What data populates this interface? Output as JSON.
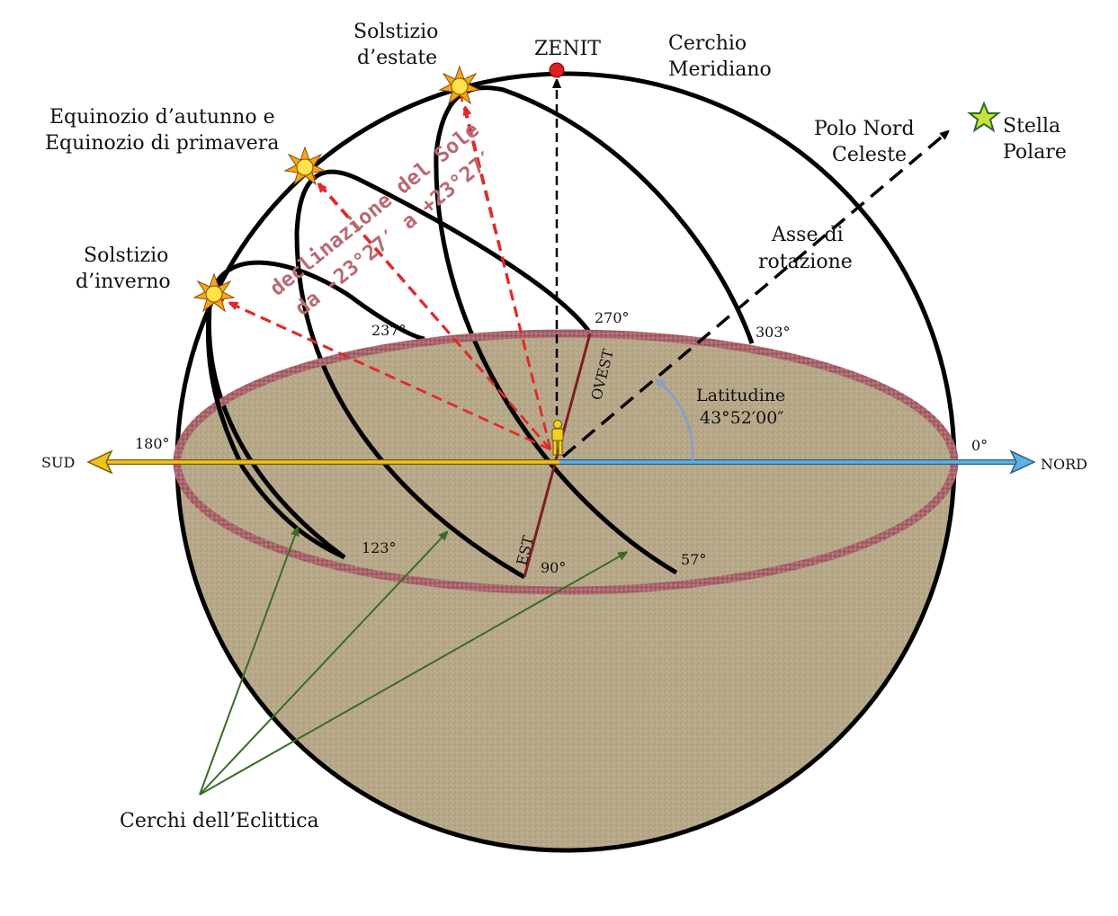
{
  "labels": {
    "zenit": "ZENIT",
    "cerchio_meridiano_1": "Cerchio",
    "cerchio_meridiano_2": "Meridiano",
    "solstizio_estate_1": "Solstizio",
    "solstizio_estate_2": "d’estate",
    "equinozi_1": "Equinozio d’autunno e",
    "equinozi_2": "Equinozio di primavera",
    "solstizio_inverno_1": "Solstizio",
    "solstizio_inverno_2": "d’inverno",
    "polo_nord_1": "Polo Nord",
    "polo_nord_2": "Celeste",
    "stella_polare_1": "Stella",
    "stella_polare_2": "Polare",
    "asse_1": "Asse di",
    "asse_2": "rotazione",
    "latitudine_1": "Latitudine",
    "latitudine_2": "43°52′00″",
    "declinazione_1": "declinazione del Sole",
    "declinazione_2": "da -23°27′ a +23°27′",
    "sud": "SUD",
    "nord": "NORD",
    "ovest": "OVEST",
    "est": "EST",
    "cerchi_eclittica": "Cerchi dell’Eclittica"
  },
  "degrees": {
    "d180": "180°",
    "d0": "0°",
    "d237": "237°",
    "d270": "270°",
    "d303": "303°",
    "d123": "123°",
    "d90": "90°",
    "d57": "57°"
  },
  "colors": {
    "sphere_outline": "#000000",
    "ground": "#b5a788",
    "horizon_ring": "#a8646a",
    "south_arrow": "#f2c21b",
    "north_arrow": "#5fb0e4",
    "sun": "#f5c518",
    "zenith_dot": "#e02020",
    "red_rays": "#e02a2a",
    "green_pointers": "#3b6b26",
    "latitude_arc": "#8f9dc2",
    "star": "#c7e23c"
  }
}
